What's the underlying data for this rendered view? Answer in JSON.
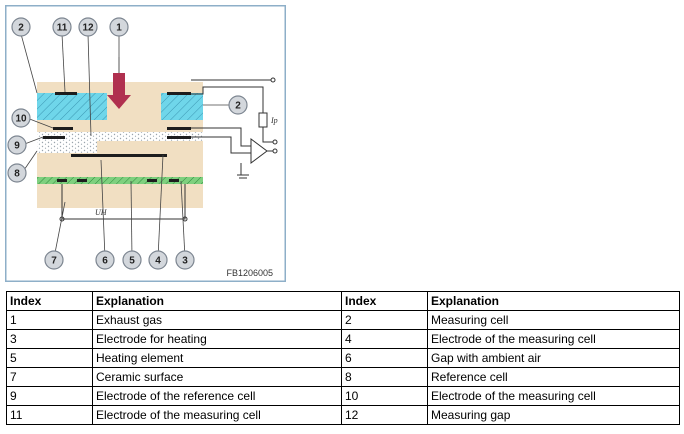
{
  "figure": {
    "code": "FB1206005",
    "callouts": [
      "1",
      "2",
      "3",
      "4",
      "5",
      "6",
      "7",
      "8",
      "9",
      "10",
      "11",
      "12"
    ],
    "labels": {
      "pump_voltage": "Ip",
      "heater_voltage": "UH"
    },
    "colors": {
      "frame": "#8eafc8",
      "ceramic": "#f1dfc2",
      "measuring_cell": "#6fd6ea",
      "heater_band": "#7fd07f",
      "exhaust_arrow": "#b0304f",
      "gap_dots": "#9aa4ad",
      "electrode": "#1d1d1d",
      "callout_fill": "#d3d7dc"
    }
  },
  "table": {
    "headers": [
      "Index",
      "Explanation",
      "Index",
      "Explanation"
    ],
    "rows": [
      [
        "1",
        "Exhaust gas",
        "2",
        "Measuring cell"
      ],
      [
        "3",
        "Electrode for heating",
        "4",
        "Electrode of the measuring cell"
      ],
      [
        "5",
        "Heating element",
        "6",
        "Gap with ambient air"
      ],
      [
        "7",
        "Ceramic surface",
        "8",
        "Reference cell"
      ],
      [
        "9",
        "Electrode of the reference cell",
        "10",
        "Electrode of the measuring cell"
      ],
      [
        "11",
        "Electrode of the measuring cell",
        "12",
        "Measuring gap"
      ]
    ]
  }
}
